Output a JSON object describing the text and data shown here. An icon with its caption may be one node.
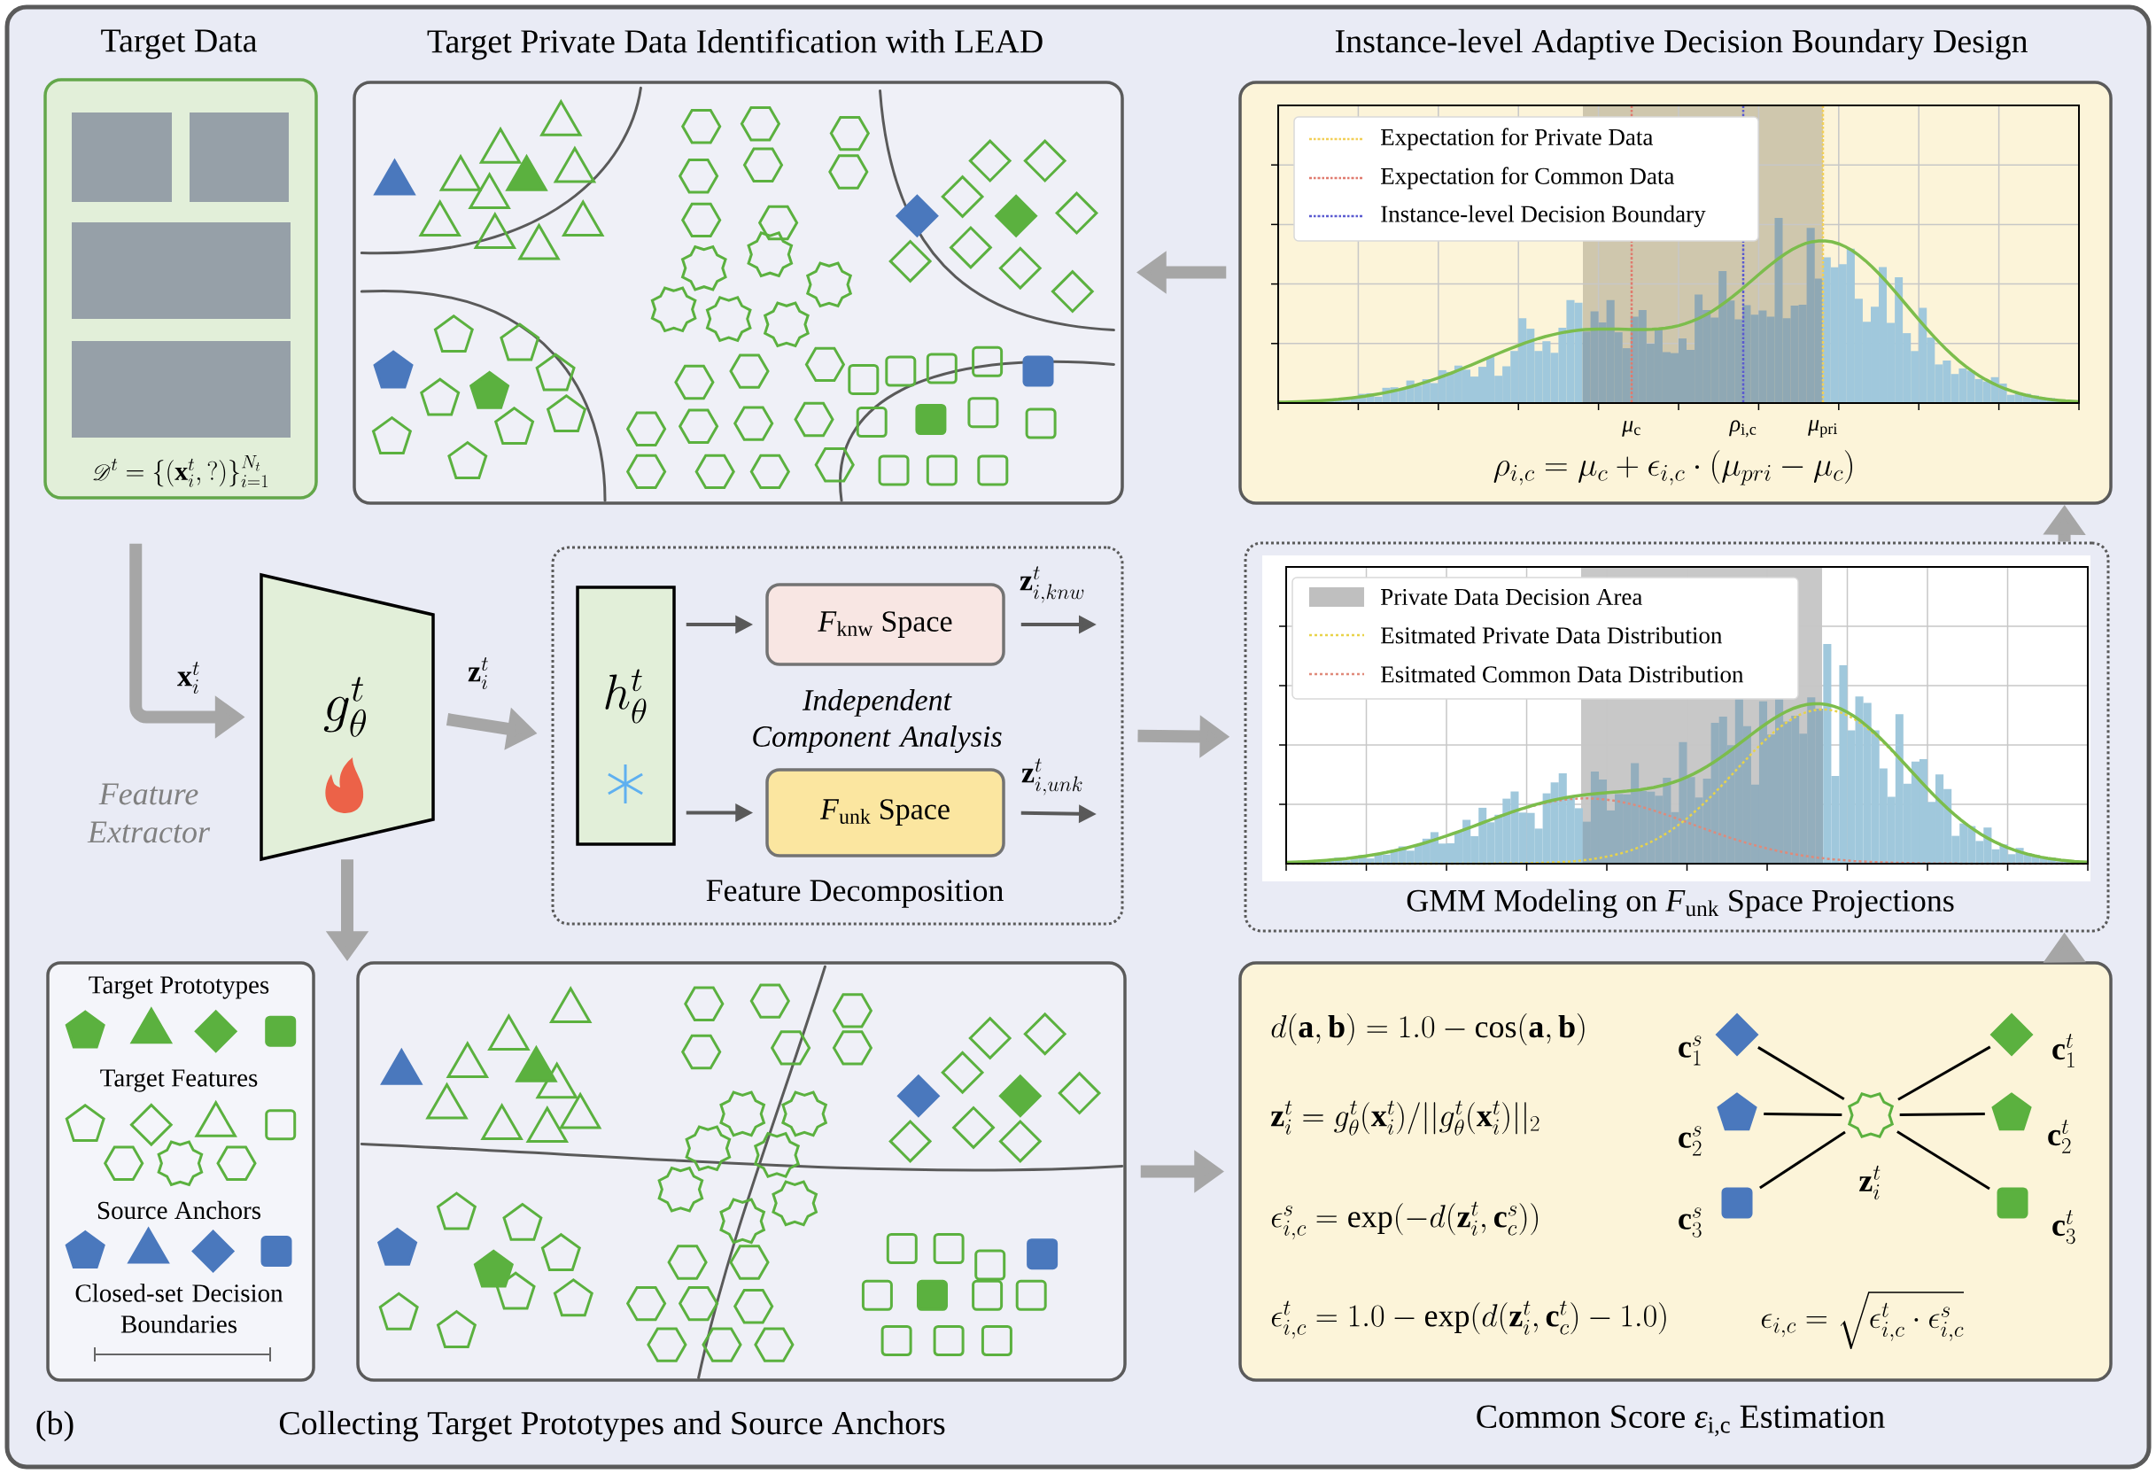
{
  "diagram": {
    "nodes": [
      {
        "text": [
          "Target Data",
          "\\mathscr{D}^t = \\{(\\mathbf{x}^t_i, ?)\\}^{N_t}_{i=1}"
        ]
      },
      {
        "text": [
          "Target Private Data Identification with LEAD"
        ]
      },
      {
        "text": [
          "Instance-level Adaptive Decision Boundary Design",
          "\\rho_{i,c} = \\mu_c + \\epsilon_{i,c}\\cdot(\\mu_{pri} - \\mu_c)"
        ]
      },
      {
        "text": [
          "g^t_\\theta"
        ],
        "beside": [
          "Feature Extractor"
        ]
      },
      {
        "text": [
          "Feature Decomposition"
        ]
      },
      {
        "text": [
          "h^t_\\theta"
        ],
        "in": 4
      },
      {
        "text": [
          "*F*$_{knw}$ Space"
        ],
        "in": 4
      },
      {
        "text": [
          "*F*$_{unk}$ Space"
        ],
        "in": 4
      },
      {
        "text": [
          "GMM Modeling on *F*$_{unk}$ Space Projections"
        ]
      },
      {
        "text": [
          "Target Prototypes",
          "Target Features",
          "Source Anchors",
          "Closed-set Decision Boundaries"
        ]
      },
      {
        "text": [
          "Collecting Target Prototypes and Source Anchors"
        ]
      },
      {
        "text": [
          "d(\\mathbf{a},\\mathbf{b}) = 1.0 - \\cos(\\mathbf{a},\\mathbf{b})",
          "\\mathbf{z}^t_i = g^t_\\theta(\\mathbf{x}^t_i)/||g^t_\\theta(\\mathbf{x}^t_i)||_2",
          "\\epsilon^s_{i,c} = \\exp(-d(\\mathbf{z}^t_i,\\mathbf{c}^s_c))",
          "\\epsilon^t_{i,c} = 1.0 - \\exp(d(\\mathbf{z}^t_i,\\mathbf{c}^t_c) - 1.0)",
          "\\epsilon_{i,c} = \\sqrt{\\epsilon^t_{i,c}\\cdot\\epsilon^s_{i,c}}",
          "Common Score *ε*$_{i,c}$ Estimation"
        ]
      },
      {
        "text": [],
        "shape": "diamond",
        "beside": [
          "\\mathbf{c}^s_1"
        ],
        "in": 11
      },
      {
        "text": [],
        "shape": "pentagon",
        "beside": [
          "\\mathbf{c}^s_2"
        ],
        "in": 11
      },
      {
        "text": [],
        "shape": "box",
        "beside": [
          "\\mathbf{c}^s_3"
        ],
        "in": 11
      },
      {
        "text": [],
        "shape": "star",
        "beside": [
          "\\mathbf{z}^t_i"
        ],
        "in": 11
      },
      {
        "text": [],
        "shape": "diamond",
        "beside": [
          "\\mathbf{c}^t_1"
        ],
        "in": 11
      },
      {
        "text": [],
        "shape": "pentagon",
        "beside": [
          "\\mathbf{c}^t_2"
        ],
        "in": 11
      },
      {
        "text": [],
        "shape": "box",
        "beside": [
          "\\mathbf{c}^t_3"
        ],
        "in": 11
      }
    ],
    "edges": [
      {
        "from": 0,
        "to": 3,
        "arrow": "to",
        "label": "\\mathbf{x}^t_i",
        "style": "thick",
        "color": "#a6a6a6"
      },
      {
        "from": 3,
        "to": 4,
        "arrow": "to",
        "label": "\\mathbf{z}^t_i",
        "style": "thick",
        "color": "#a6a6a6"
      },
      {
        "from": 3,
        "to": 10,
        "arrow": "to",
        "style": "thick",
        "color": "#a6a6a6"
      },
      {
        "from": 5,
        "to": 6,
        "arrow": "to",
        "color": "#595959"
      },
      {
        "from": 5,
        "to": 7,
        "arrow": "to",
        "color": "#595959"
      },
      {
        "from": 6,
        "to": null,
        "arrow": "to",
        "label": "\\mathbf{z}^t_{i,knw}",
        "color": "#595959"
      },
      {
        "from": 7,
        "to": null,
        "arrow": "to",
        "label": "\\mathbf{z}^t_{i,unk}",
        "color": "#595959"
      },
      {
        "from": 4,
        "to": 8,
        "arrow": "to",
        "style": "thick",
        "color": "#a6a6a6"
      },
      {
        "from": 8,
        "to": 2,
        "arrow": "to",
        "style": "thick",
        "color": "#a6a6a6"
      },
      {
        "from": 11,
        "to": 8,
        "arrow": "to",
        "style": "thick",
        "color": "#a6a6a6"
      },
      {
        "from": 2,
        "to": 1,
        "arrow": "to",
        "style": "thick",
        "color": "#a6a6a6"
      },
      {
        "from": 10,
        "to": 11,
        "arrow": "to",
        "style": "thick",
        "color": "#a6a6a6"
      },
      {
        "from": 12,
        "to": 15,
        "arrow": "none",
        "color": "#000000"
      },
      {
        "from": 13,
        "to": 15,
        "arrow": "none",
        "color": "#000000"
      },
      {
        "from": 14,
        "to": 15,
        "arrow": "none",
        "color": "#000000"
      },
      {
        "from": 15,
        "to": 16,
        "arrow": "none",
        "color": "#000000"
      },
      {
        "from": 15,
        "to": 17,
        "arrow": "none",
        "color": "#000000"
      },
      {
        "from": 15,
        "to": 18,
        "arrow": "none",
        "color": "#000000"
      }
    ],
    "labels": [
      "Independent Component Analysis",
      "*μ*$_{c}$",
      "*ρ*$_{i,c}$",
      "*μ*$_{pri}$",
      "(b)"
    ],
    "legend": [
      {
        "text": "Expectation for Private Data"
      },
      {
        "text": "Expectation for Common Data"
      },
      {
        "text": "Instance-level Decision Boundary"
      },
      {
        "text": "Private Data Decision Area",
        "color": "#bfbfbf"
      },
      {
        "text": "Esitmated Private Data Distribution"
      },
      {
        "text": "Esitmated Common Data Distribution"
      }
    ]
  }
}
